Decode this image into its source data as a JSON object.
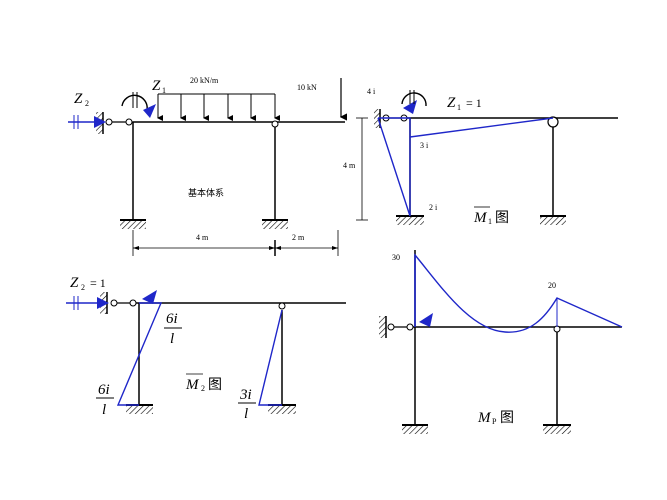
{
  "top_left": {
    "z2_label": "Z",
    "z2_sub": "2",
    "z1_label": "Z",
    "z1_sub": "1",
    "udl_label": "20 kN/m",
    "point_load_label": "10 kN",
    "caption": "基本体系",
    "dim_left": "4 m",
    "dim_right": "2 m"
  },
  "top_right": {
    "z1_eq": "Z",
    "z1_sub": "1",
    "z1_val": "= 1",
    "label_4i": "4 i",
    "label_3i": "3 i",
    "label_2i": "2 i",
    "height_label": "4 m",
    "caption_m": "M",
    "caption_sub": "1",
    "caption_tu": "图"
  },
  "bottom_left": {
    "z2_eq": "Z",
    "z2_sub": "2",
    "z2_val": "= 1",
    "frac_top_num": "6i",
    "frac_top_den": "l",
    "frac_left_num": "6i",
    "frac_left_den": "l",
    "frac_right_num": "3i",
    "frac_right_den": "l",
    "caption_m": "M",
    "caption_sub": "2",
    "caption_tu": "图"
  },
  "bottom_right": {
    "val_30": "30",
    "val_20": "20",
    "caption_m": "M",
    "caption_sub": "P",
    "caption_tu": "图"
  },
  "colors": {
    "diagram_blue": "#1f27c9",
    "structure_black": "#000000"
  }
}
